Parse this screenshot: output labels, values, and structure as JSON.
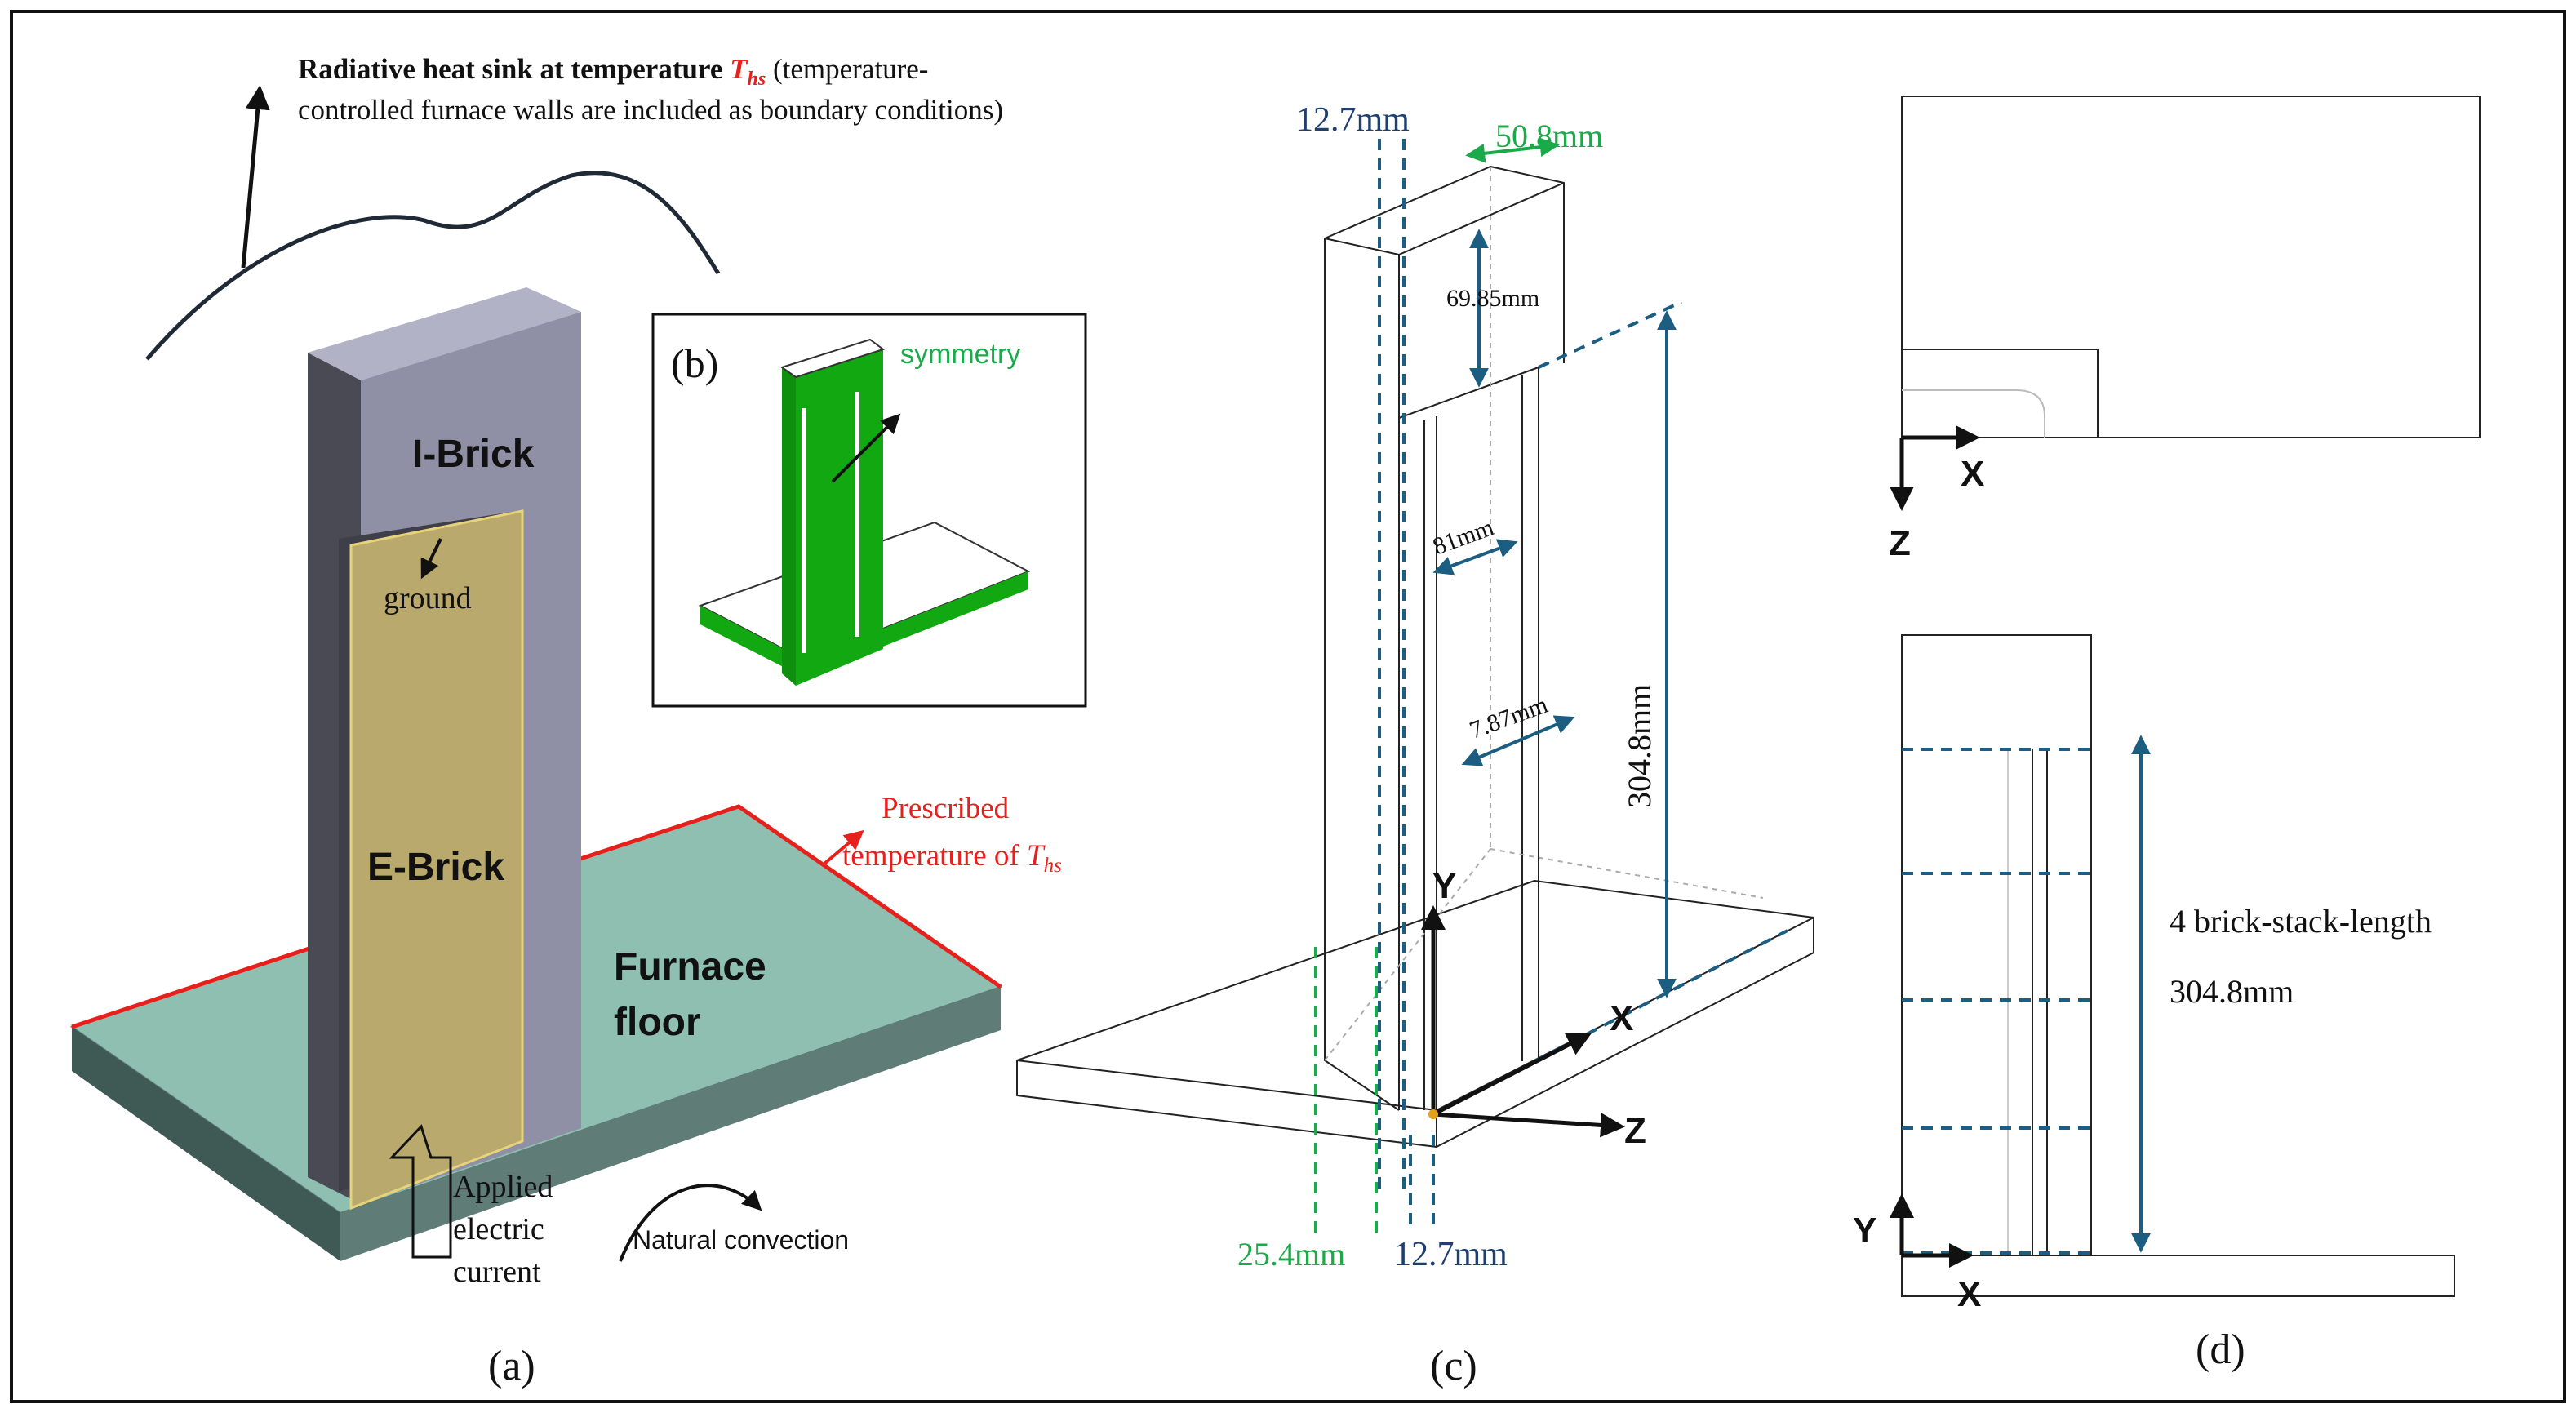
{
  "panel_a": {
    "heat_sink_bold": "Radiative heat sink at temperature",
    "heat_sink_symbol": "T",
    "heat_sink_sub": "hs",
    "heat_sink_rest1": " (temperature-",
    "heat_sink_rest2": "controlled furnace walls are included as boundary conditions)",
    "i_brick": "I-Brick",
    "ground": "ground",
    "e_brick": "E-Brick",
    "furnace_floor_1": "Furnace",
    "furnace_floor_2": "floor",
    "prescribed_1": "Prescribed",
    "prescribed_2": "temperature of",
    "prescribed_symbol": "T",
    "prescribed_sub": "hs",
    "applied_1": "Applied",
    "applied_2": "electric",
    "applied_3": "current",
    "natural_convection": "Natural convection",
    "label": "(a)"
  },
  "panel_b": {
    "label": "(b)",
    "symmetry": "symmetry"
  },
  "panel_c": {
    "dim_top_blue": "12.7mm",
    "dim_top_green": "50.8mm",
    "dim_69": "69.85mm",
    "dim_81": "81mm",
    "dim_787": "7.87mm",
    "dim_3048": "304.8mm",
    "axis_y": "Y",
    "axis_x": "X",
    "axis_z": "Z",
    "dim_bottom_green": "25.4mm",
    "dim_bottom_blue": "12.7mm",
    "label": "(c)"
  },
  "panel_d": {
    "top_axis_x": "X",
    "top_axis_z": "Z",
    "bottom_axis_y": "Y",
    "bottom_axis_x": "X",
    "stack_label": "4 brick-stack-length",
    "stack_value": "304.8mm",
    "label": "(d)"
  },
  "colors": {
    "red": "#e8201c",
    "green": "#1aaa4a",
    "blue_dim": "#1b5e82",
    "navy": "#1f3f6e",
    "brick_gray": "#8f8fa6",
    "brick_dark": "#4a4a55",
    "brick_light": "#b2b2c6",
    "e_brick": "#b9a96c",
    "floor_top": "#8fbfb0",
    "floor_side": "#3f5a55",
    "panel_b_green": "#11a811"
  }
}
